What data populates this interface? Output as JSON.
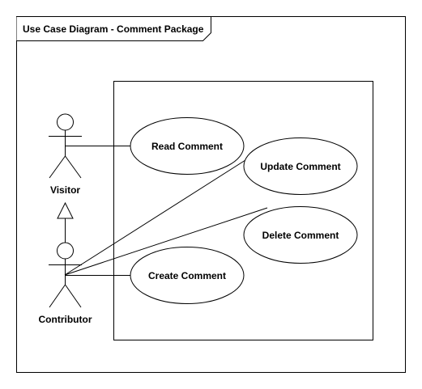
{
  "diagram": {
    "title": "Use Case Diagram - Comment Package",
    "actors": {
      "visitor": "Visitor",
      "contributor": "Contributor"
    },
    "use_cases": {
      "read": "Read Comment",
      "update": "Update Comment",
      "delete": "Delete Comment",
      "create": "Create Comment"
    }
  }
}
